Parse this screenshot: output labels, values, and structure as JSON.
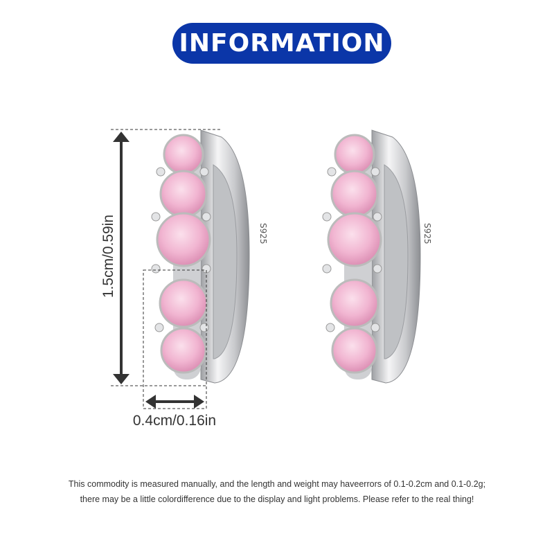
{
  "header": {
    "title": "INFORMATION"
  },
  "dimensions": {
    "height_label": "1.5cm/0.59in",
    "width_label": "0.4cm/0.16in"
  },
  "product": {
    "stamp": "S925",
    "gem_color": "#f2b8d4",
    "metal_color": "#d9dadc"
  },
  "footer": {
    "line1": "This commodity is measured manually, and the length and weight may haveerrors of 0.1-0.2cm and 0.1-0.2g;",
    "line2": "there may be a little colordifference due to the display and light problems. Please refer to the real thing!"
  },
  "colors": {
    "badge": "#0b36a8"
  }
}
